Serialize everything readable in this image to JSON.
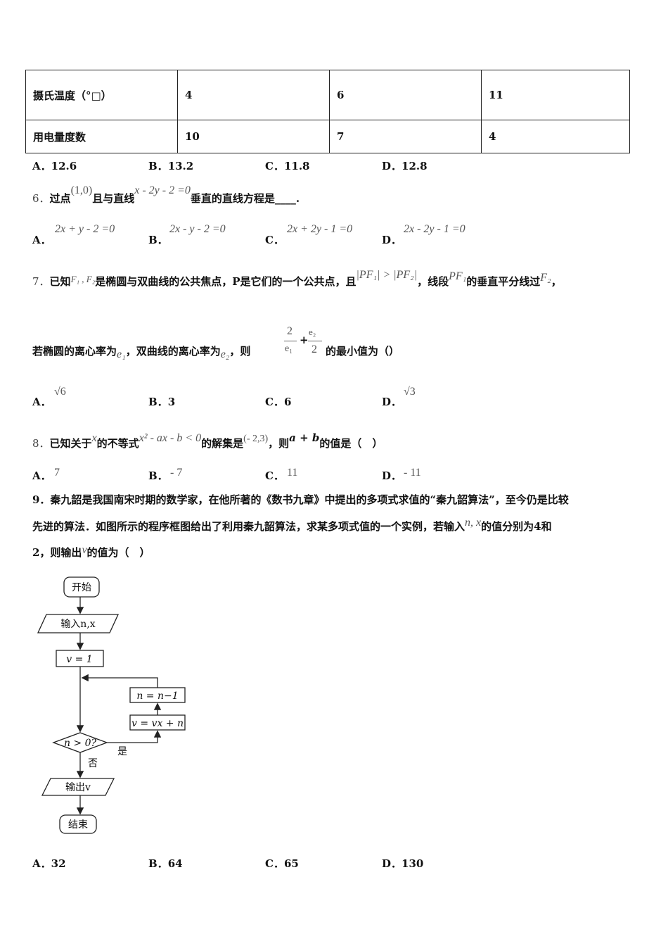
{
  "table": {
    "rows": [
      {
        "label": "摄氏温度（°□）",
        "values": [
          "4",
          "6",
          "11"
        ]
      },
      {
        "label": "用电量度数",
        "values": [
          "10",
          "7",
          "4"
        ]
      }
    ]
  },
  "q5": {
    "options": [
      {
        "letter": "A．",
        "value": "12.6"
      },
      {
        "letter": "B．",
        "value": "13.2"
      },
      {
        "letter": "C．",
        "value": "11.8"
      },
      {
        "letter": "D．",
        "value": "12.8"
      }
    ]
  },
  "q6": {
    "number": "6．",
    "text_1": "过点",
    "point": "(1,0)",
    "text_2": "且与直线",
    "line": "x - 2y - 2 =0",
    "text_3": "垂直的直线方程是____.",
    "options": [
      {
        "letter": "A．",
        "value": "2x + y - 2 =0"
      },
      {
        "letter": "B．",
        "value": "2x - y - 2 =0"
      },
      {
        "letter": "C．",
        "value": "2x + 2y - 1 =0"
      },
      {
        "letter": "D．",
        "value": "2x - 2y - 1 =0"
      }
    ]
  },
  "q7": {
    "number": "7．",
    "text_1": "已知",
    "foci": "F₁ , F₂",
    "text_2": "是椭圆与双曲线的公共焦点，P是它们的一个公共点，且",
    "cond": "|PF₁| > |PF₂|",
    "text_3": "，线段",
    "seg": "PF₁",
    "text_4": "的垂直平分线过",
    "pt": "F₂",
    "text_5": "，",
    "line2_1": "若椭圆的离心率为",
    "e1": "e₁",
    "line2_2": "，双曲线的离心率为",
    "e2": "e₂",
    "line2_3": "，则",
    "frac1_num": "2",
    "frac1_den": "e₁",
    "plus": "+",
    "frac2_num": "e₂",
    "frac2_den": "2",
    "line2_4": "的最小值为（）",
    "options": [
      {
        "letter": "A．",
        "value": "√6"
      },
      {
        "letter": "B．",
        "value": "3"
      },
      {
        "letter": "C．",
        "value": "6"
      },
      {
        "letter": "D．",
        "value": "√3"
      }
    ]
  },
  "q8": {
    "number": "8．",
    "text_1": "已知关于",
    "var": "x",
    "text_2": "的不等式",
    "ineq": "x² - ax - b < 0",
    "text_3": "的解集是",
    "interval": "(- 2,3)",
    "text_4": "，则",
    "expr": "a + b",
    "text_5": "的值是（　）",
    "options": [
      {
        "letter": "A．",
        "value": "7"
      },
      {
        "letter": "B．",
        "value": "- 7"
      },
      {
        "letter": "C．",
        "value": "11"
      },
      {
        "letter": "D．",
        "value": "- 11"
      }
    ]
  },
  "q9": {
    "line1": "9．秦九韶是我国南宋时期的数学家，在他所著的《数书九章》中提出的多项式求值的“秦九韶算法”，至今仍是比较",
    "line2_a": "先进的算法．如图所示的程序框图给出了利用秦九韶算法，求某多项式值的一个实例，若输入",
    "inputs": "n, x",
    "line2_b": "的值分别为4和",
    "line3_a": "2，则输出",
    "outvar": "v",
    "line3_b": "的值为（　）",
    "flowchart": {
      "start": "开始",
      "input": "输入n,x",
      "init": "v = 1",
      "update_n": "n = n−1",
      "update_v": "v = vx + n",
      "decision": "n > 0?",
      "yes": "是",
      "no": "否",
      "output": "输出v",
      "end": "结束"
    },
    "options": [
      {
        "letter": "A．",
        "value": "32"
      },
      {
        "letter": "B．",
        "value": "64"
      },
      {
        "letter": "C．",
        "value": "65"
      },
      {
        "letter": "D．",
        "value": "130"
      }
    ]
  }
}
